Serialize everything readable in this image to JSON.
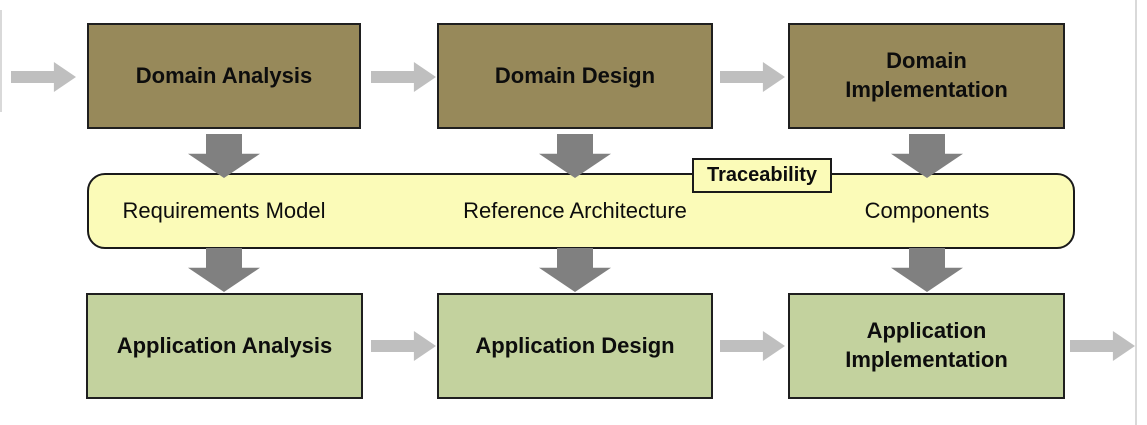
{
  "diagram": {
    "top_row": [
      {
        "label": "Domain Analysis"
      },
      {
        "label": "Domain Design"
      },
      {
        "label": "Domain\nImplementation"
      }
    ],
    "middle_band": {
      "tag": "Traceability",
      "items": [
        "Requirements Model",
        "Reference Architecture",
        "Components"
      ]
    },
    "bottom_row": [
      {
        "label": "Application Analysis"
      },
      {
        "label": "Application Design"
      },
      {
        "label": "Application\nImplementation"
      }
    ],
    "icons": {
      "flow_right": "block-arrow-right",
      "flow_down": "block-arrow-down"
    },
    "colors": {
      "domain_box": "#97895A",
      "application_box": "#C3D29E",
      "band": "#FBFBB8",
      "box_border": "#1F1F1F",
      "flow_arrow": "#BFBFBF",
      "down_arrow": "#808080"
    }
  }
}
